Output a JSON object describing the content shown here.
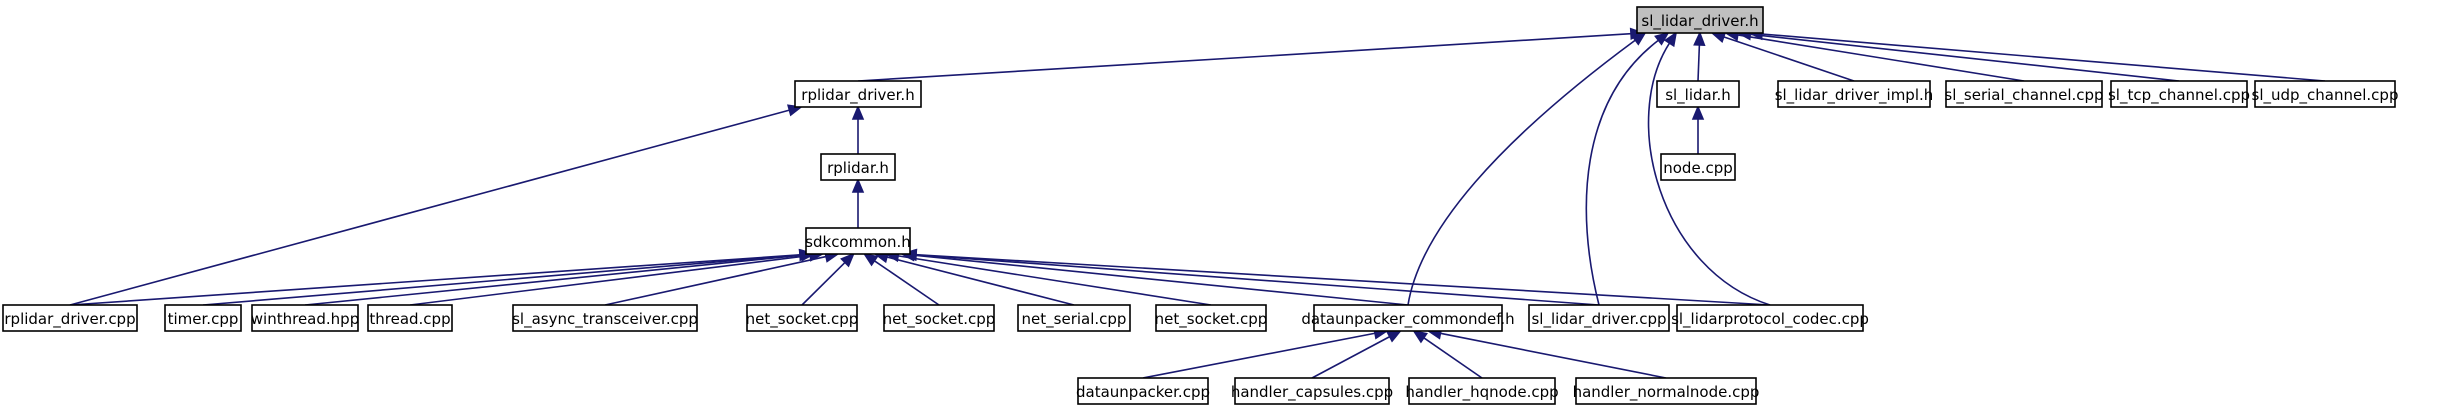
{
  "diagram": {
    "nodes": [
      {
        "id": "sl_lidar_driver_h",
        "label": "sl_lidar_driver.h",
        "root": true
      },
      {
        "id": "rplidar_driver_h",
        "label": "rplidar_driver.h"
      },
      {
        "id": "sl_lidar_h",
        "label": "sl_lidar.h"
      },
      {
        "id": "sl_lidar_driver_impl_h",
        "label": "sl_lidar_driver_impl.h"
      },
      {
        "id": "sl_serial_channel_cpp",
        "label": "sl_serial_channel.cpp"
      },
      {
        "id": "sl_tcp_channel_cpp",
        "label": "sl_tcp_channel.cpp"
      },
      {
        "id": "sl_udp_channel_cpp",
        "label": "sl_udp_channel.cpp"
      },
      {
        "id": "rplidar_h",
        "label": "rplidar.h"
      },
      {
        "id": "node_cpp",
        "label": "node.cpp"
      },
      {
        "id": "sdkcommon_h",
        "label": "sdkcommon.h"
      },
      {
        "id": "rplidar_driver_cpp",
        "label": "rplidar_driver.cpp"
      },
      {
        "id": "timer_cpp",
        "label": "timer.cpp"
      },
      {
        "id": "winthread_hpp",
        "label": "winthread.hpp"
      },
      {
        "id": "thread_cpp",
        "label": "thread.cpp"
      },
      {
        "id": "sl_async_transceiver_cpp",
        "label": "sl_async_transceiver.cpp"
      },
      {
        "id": "net_socket_cpp_1",
        "label": "net_socket.cpp"
      },
      {
        "id": "net_socket_cpp_2",
        "label": "net_socket.cpp"
      },
      {
        "id": "net_serial_cpp",
        "label": "net_serial.cpp"
      },
      {
        "id": "net_socket_cpp_3",
        "label": "net_socket.cpp"
      },
      {
        "id": "dataunpacker_commondef_h",
        "label": "dataunpacker_commondef.h"
      },
      {
        "id": "sl_lidar_driver_cpp",
        "label": "sl_lidar_driver.cpp"
      },
      {
        "id": "sl_lidarprotocol_codec_cpp",
        "label": "sl_lidarprotocol_codec.cpp"
      },
      {
        "id": "dataunpacker_cpp",
        "label": "dataunpacker.cpp"
      },
      {
        "id": "handler_capsules_cpp",
        "label": "handler_capsules.cpp"
      },
      {
        "id": "handler_hqnode_cpp",
        "label": "handler_hqnode.cpp"
      },
      {
        "id": "handler_normalnode_cpp",
        "label": "handler_normalnode.cpp"
      }
    ],
    "edges": [
      {
        "from": "rplidar_driver_h",
        "to": "sl_lidar_driver_h"
      },
      {
        "from": "dataunpacker_commondef_h",
        "to": "sl_lidar_driver_h"
      },
      {
        "from": "sl_lidar_driver_cpp",
        "to": "sl_lidar_driver_h"
      },
      {
        "from": "sl_lidarprotocol_codec_cpp",
        "to": "sl_lidar_driver_h"
      },
      {
        "from": "sl_lidar_h",
        "to": "sl_lidar_driver_h"
      },
      {
        "from": "sl_lidar_driver_impl_h",
        "to": "sl_lidar_driver_h"
      },
      {
        "from": "sl_serial_channel_cpp",
        "to": "sl_lidar_driver_h"
      },
      {
        "from": "sl_tcp_channel_cpp",
        "to": "sl_lidar_driver_h"
      },
      {
        "from": "sl_udp_channel_cpp",
        "to": "sl_lidar_driver_h"
      },
      {
        "from": "rplidar_driver_cpp",
        "to": "rplidar_driver_h"
      },
      {
        "from": "rplidar_h",
        "to": "rplidar_driver_h"
      },
      {
        "from": "node_cpp",
        "to": "sl_lidar_h"
      },
      {
        "from": "sdkcommon_h",
        "to": "rplidar_h"
      },
      {
        "from": "rplidar_driver_cpp",
        "to": "sdkcommon_h"
      },
      {
        "from": "timer_cpp",
        "to": "sdkcommon_h"
      },
      {
        "from": "winthread_hpp",
        "to": "sdkcommon_h"
      },
      {
        "from": "thread_cpp",
        "to": "sdkcommon_h"
      },
      {
        "from": "sl_async_transceiver_cpp",
        "to": "sdkcommon_h"
      },
      {
        "from": "net_socket_cpp_1",
        "to": "sdkcommon_h"
      },
      {
        "from": "net_socket_cpp_2",
        "to": "sdkcommon_h"
      },
      {
        "from": "net_serial_cpp",
        "to": "sdkcommon_h"
      },
      {
        "from": "net_socket_cpp_3",
        "to": "sdkcommon_h"
      },
      {
        "from": "dataunpacker_commondef_h",
        "to": "sdkcommon_h"
      },
      {
        "from": "sl_lidar_driver_cpp",
        "to": "sdkcommon_h"
      },
      {
        "from": "sl_lidarprotocol_codec_cpp",
        "to": "sdkcommon_h"
      },
      {
        "from": "dataunpacker_cpp",
        "to": "dataunpacker_commondef_h"
      },
      {
        "from": "handler_capsules_cpp",
        "to": "dataunpacker_commondef_h"
      },
      {
        "from": "handler_hqnode_cpp",
        "to": "dataunpacker_commondef_h"
      },
      {
        "from": "handler_normalnode_cpp",
        "to": "dataunpacker_commondef_h"
      }
    ]
  },
  "colors": {
    "edge": "#191970",
    "root_fill": "#bfbfbf",
    "node_fill": "#ffffff",
    "node_stroke": "#000000"
  }
}
